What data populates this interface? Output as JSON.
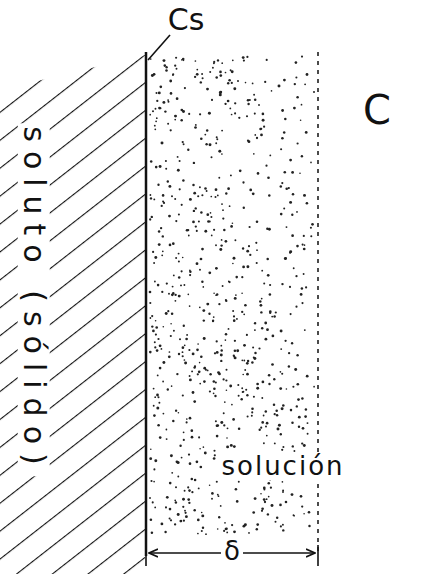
{
  "diagram": {
    "labels": [
      "Cs",
      "soluto (sólido)",
      "C",
      "solución",
      "δ"
    ]
  }
}
